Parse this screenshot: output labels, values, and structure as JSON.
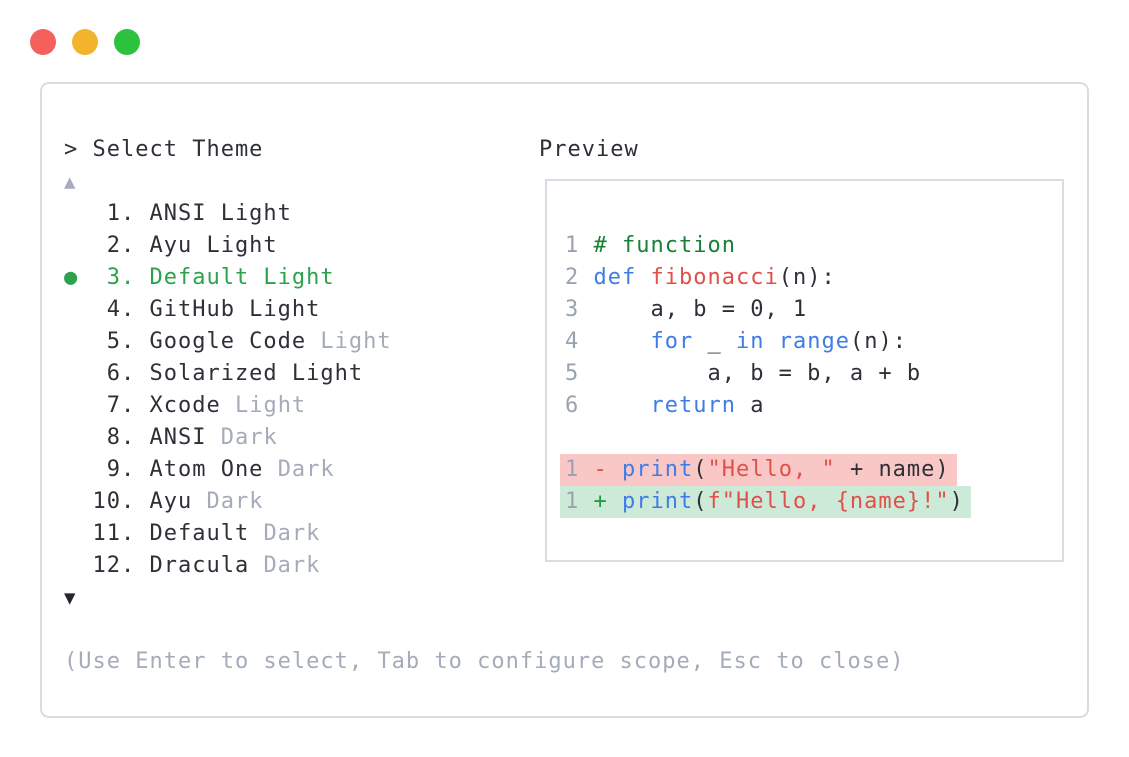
{
  "colors": {
    "traffic_red": "#f4605b",
    "traffic_yellow": "#f2b32d",
    "traffic_green": "#2bc23e",
    "border": "#d8dce3",
    "text_dark": "#2d3137",
    "text_gray": "#a4acba",
    "selected_green": "#2ca24d",
    "arrow_up": "#a5aebc",
    "arrow_down": "#22262d",
    "line_number": "#9aa2b1",
    "keyword": "#3f7ce8",
    "func_string": "#df504b",
    "comment": "#1a7f37",
    "removed_bg": "#f9c8c6",
    "added_bg": "#cdead8",
    "plus_green": "#1f9d44"
  },
  "picker": {
    "title": "> Select Theme",
    "scroll_up": "▲",
    "scroll_down": "▼",
    "help": "(Use Enter to select, Tab to configure scope, Esc to close)",
    "selected_index": 3,
    "selected_marker": "●",
    "rows": [
      {
        "name": "theme-option-1-ansi-light",
        "segments": [
          {
            "t": "   1. ANSI Light",
            "c": "dark"
          }
        ]
      },
      {
        "name": "theme-option-2-ayu-light",
        "segments": [
          {
            "t": "   2. Ayu Light",
            "c": "dark"
          }
        ]
      },
      {
        "name": "theme-option-3-default-light",
        "segments": [
          {
            "t": "●  3. Default Light",
            "c": "green"
          }
        ]
      },
      {
        "name": "theme-option-4-github-light",
        "segments": [
          {
            "t": "   4. GitHub Light",
            "c": "dark"
          }
        ]
      },
      {
        "name": "theme-option-5-google-code-light",
        "segments": [
          {
            "t": "   5. Google Code ",
            "c": "dark"
          },
          {
            "t": "Light",
            "c": "gray"
          }
        ]
      },
      {
        "name": "theme-option-6-solarized-light",
        "segments": [
          {
            "t": "   6. Solarized Light",
            "c": "dark"
          }
        ]
      },
      {
        "name": "theme-option-7-xcode-light",
        "segments": [
          {
            "t": "   7. Xcode ",
            "c": "dark"
          },
          {
            "t": "Light",
            "c": "gray"
          }
        ]
      },
      {
        "name": "theme-option-8-ansi-dark",
        "segments": [
          {
            "t": "   8. ANSI ",
            "c": "dark"
          },
          {
            "t": "Dark",
            "c": "gray"
          }
        ]
      },
      {
        "name": "theme-option-9-atom-one-dark",
        "segments": [
          {
            "t": "   9. Atom One ",
            "c": "dark"
          },
          {
            "t": "Dark",
            "c": "gray"
          }
        ]
      },
      {
        "name": "theme-option-10-ayu-dark",
        "segments": [
          {
            "t": "  10. Ayu ",
            "c": "dark"
          },
          {
            "t": "Dark",
            "c": "gray"
          }
        ]
      },
      {
        "name": "theme-option-11-default-dark",
        "segments": [
          {
            "t": "  11. Default ",
            "c": "dark"
          },
          {
            "t": "Dark",
            "c": "gray"
          }
        ]
      },
      {
        "name": "theme-option-12-dracula-dark",
        "segments": [
          {
            "t": "  12. Dracula ",
            "c": "dark"
          },
          {
            "t": "Dark",
            "c": "gray"
          }
        ]
      }
    ]
  },
  "preview": {
    "label": "Preview",
    "code_rows": [
      {
        "name": "code-line-1",
        "segments": [
          {
            "t": "1",
            "c": "ln"
          },
          {
            "t": " ",
            "c": "pl"
          },
          {
            "t": "# function",
            "c": "cm"
          }
        ]
      },
      {
        "name": "code-line-2",
        "segments": [
          {
            "t": "2",
            "c": "ln"
          },
          {
            "t": " ",
            "c": "pl"
          },
          {
            "t": "def",
            "c": "kw"
          },
          {
            "t": " ",
            "c": "pl"
          },
          {
            "t": "fibonacci",
            "c": "fn"
          },
          {
            "t": "(n):",
            "c": "pl"
          }
        ]
      },
      {
        "name": "code-line-3",
        "segments": [
          {
            "t": "3",
            "c": "ln"
          },
          {
            "t": "     a, b = 0, 1",
            "c": "pl"
          }
        ]
      },
      {
        "name": "code-line-4",
        "segments": [
          {
            "t": "4",
            "c": "ln"
          },
          {
            "t": "     ",
            "c": "pl"
          },
          {
            "t": "for",
            "c": "kw"
          },
          {
            "t": " _ ",
            "c": "pl"
          },
          {
            "t": "in",
            "c": "kw"
          },
          {
            "t": " ",
            "c": "pl"
          },
          {
            "t": "range",
            "c": "kw"
          },
          {
            "t": "(n):",
            "c": "pl"
          }
        ]
      },
      {
        "name": "code-line-5",
        "segments": [
          {
            "t": "5",
            "c": "ln"
          },
          {
            "t": "         a, b = b, a + b",
            "c": "pl"
          }
        ]
      },
      {
        "name": "code-line-6",
        "segments": [
          {
            "t": "6",
            "c": "ln"
          },
          {
            "t": "     ",
            "c": "pl"
          },
          {
            "t": "return",
            "c": "kw"
          },
          {
            "t": " a",
            "c": "pl"
          }
        ]
      },
      {
        "name": "code-blank-line",
        "segments": []
      },
      {
        "name": "diff-removed-line",
        "bg": "removed",
        "segments": [
          {
            "t": "1",
            "c": "ln"
          },
          {
            "t": " ",
            "c": "pl"
          },
          {
            "t": "-",
            "c": "minus"
          },
          {
            "t": " ",
            "c": "pl"
          },
          {
            "t": "print",
            "c": "kw"
          },
          {
            "t": "(",
            "c": "pl"
          },
          {
            "t": "\"Hello, \"",
            "c": "st"
          },
          {
            "t": " + name)",
            "c": "pl"
          }
        ]
      },
      {
        "name": "diff-added-line",
        "bg": "added",
        "segments": [
          {
            "t": "1",
            "c": "ln"
          },
          {
            "t": " ",
            "c": "pl"
          },
          {
            "t": "+",
            "c": "plus"
          },
          {
            "t": " ",
            "c": "pl"
          },
          {
            "t": "print",
            "c": "kw"
          },
          {
            "t": "(",
            "c": "pl"
          },
          {
            "t": "f\"Hello, {name}!\"",
            "c": "st"
          },
          {
            "t": ")",
            "c": "pl"
          }
        ]
      }
    ]
  }
}
